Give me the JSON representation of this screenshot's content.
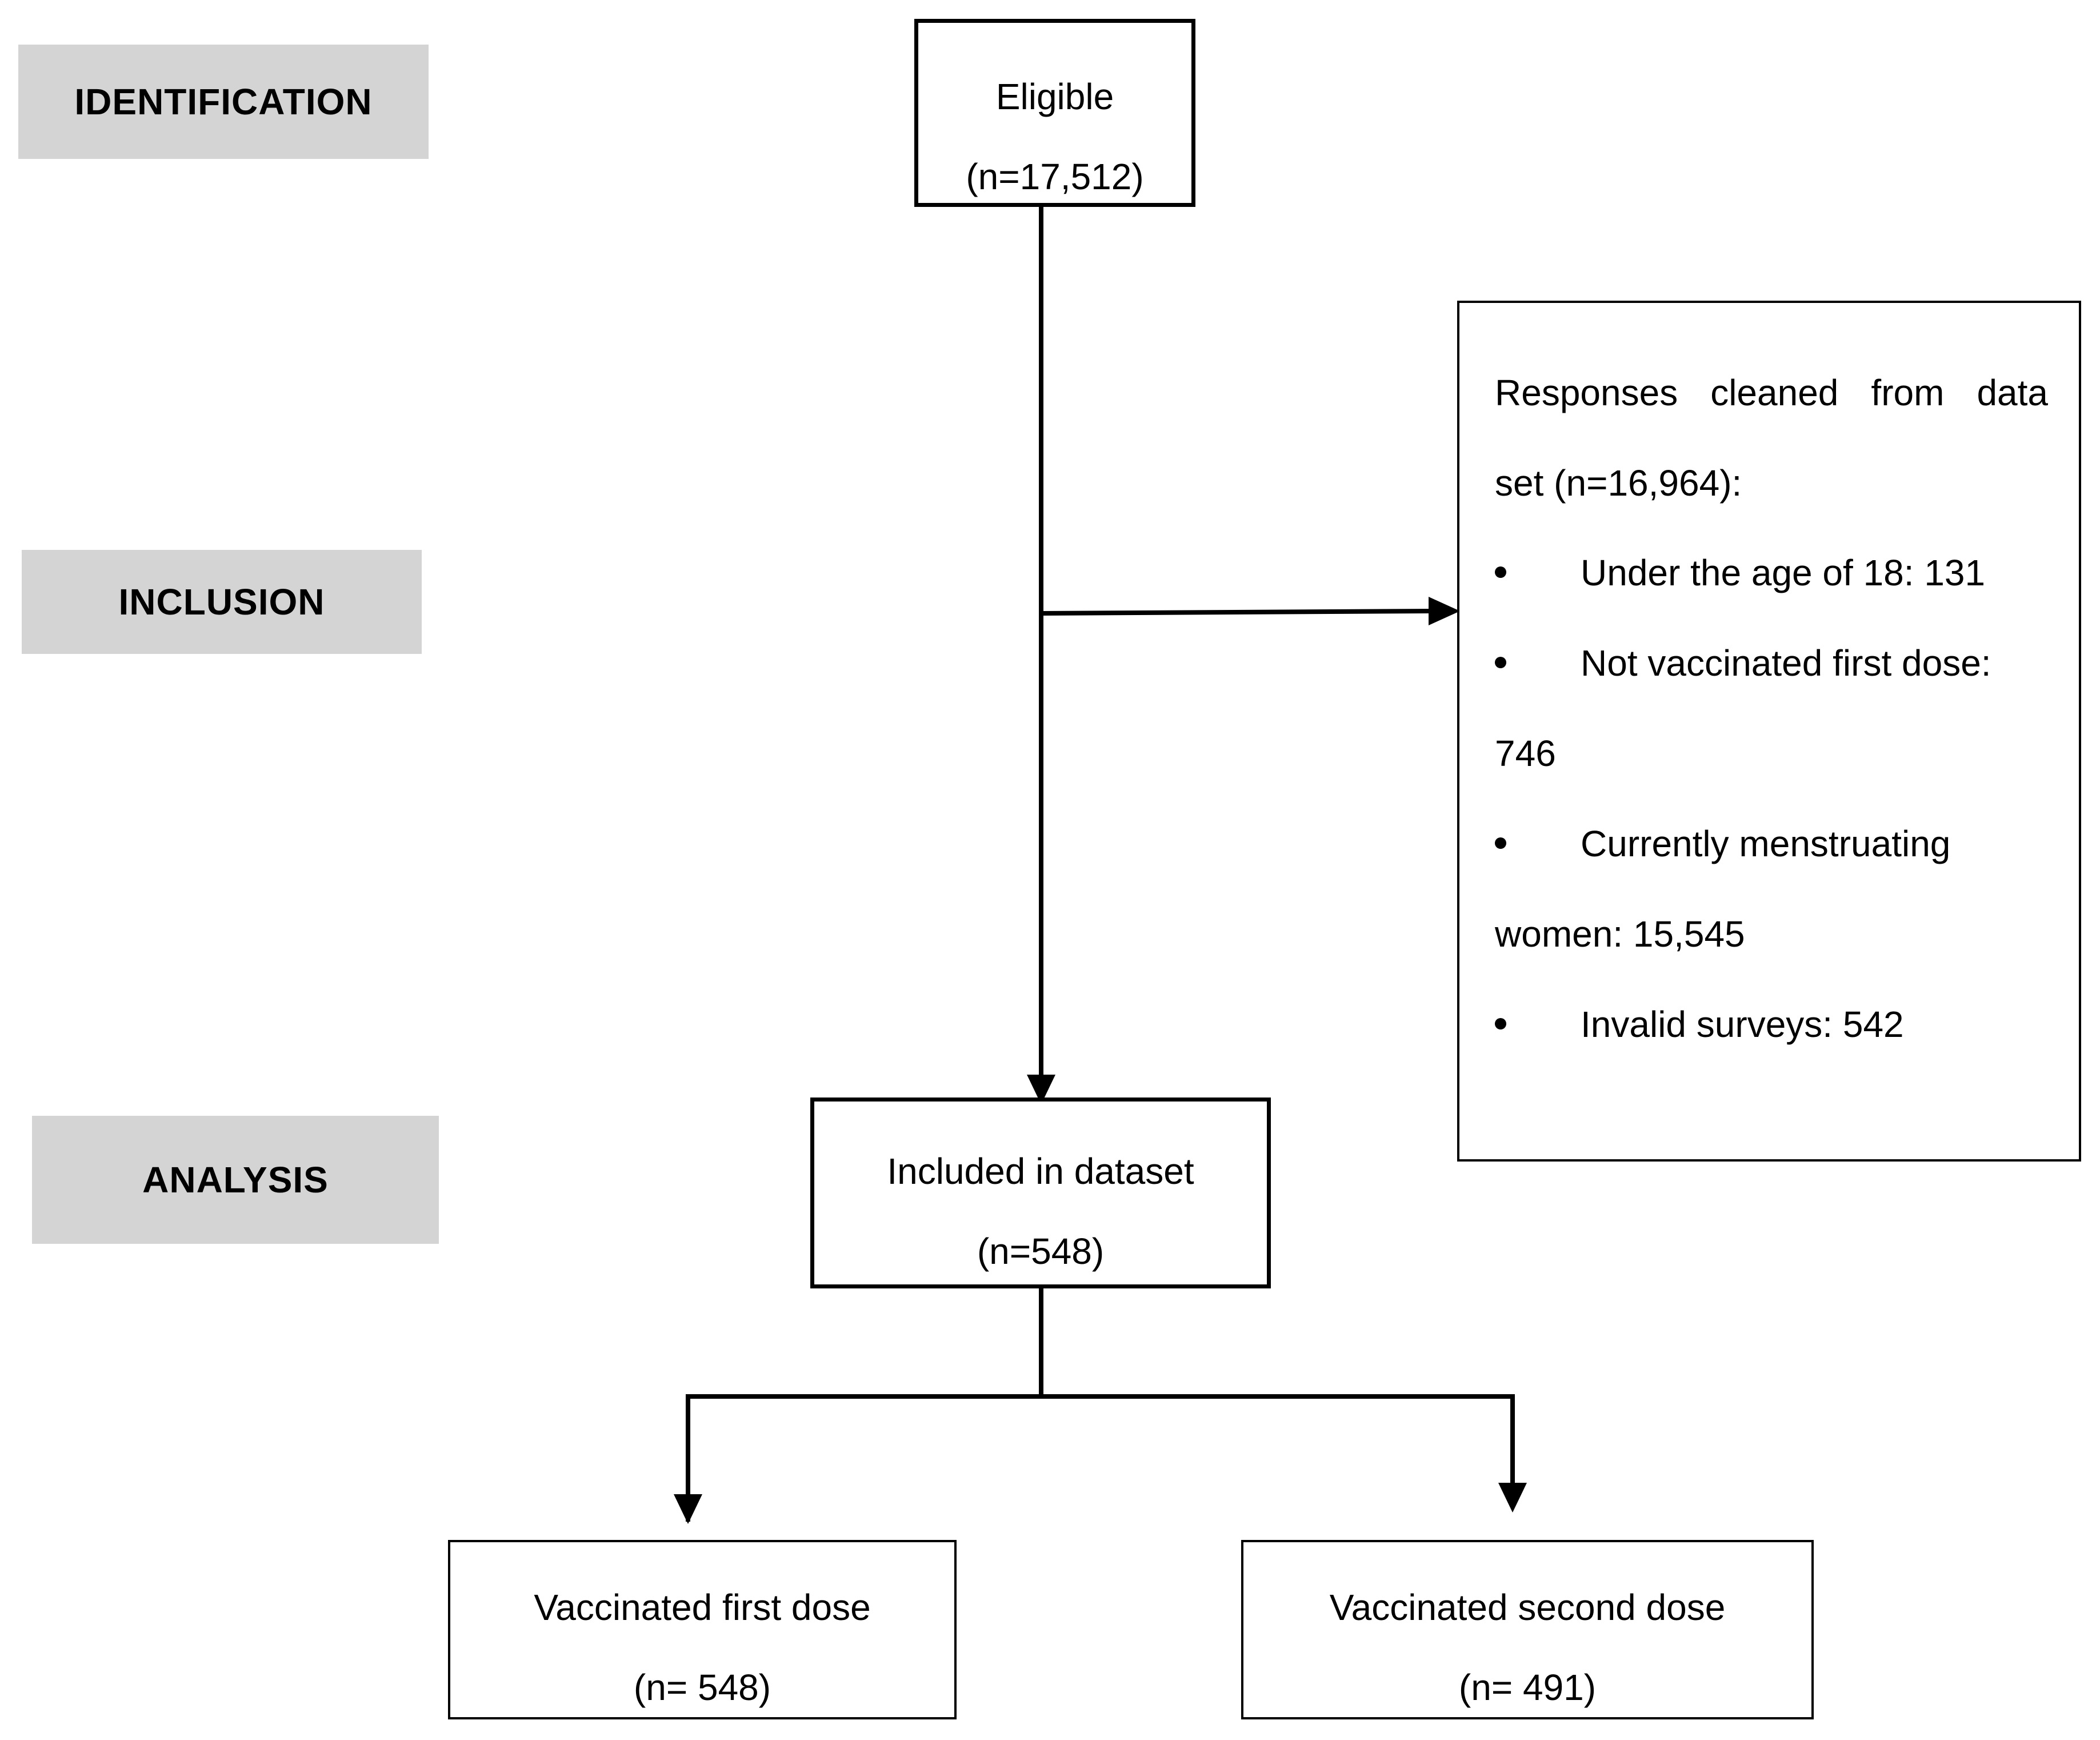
{
  "stages": {
    "identification": "IDENTIFICATION",
    "inclusion": "INCLUSION",
    "analysis": "ANALYSIS"
  },
  "eligible": {
    "label": "Eligible",
    "count": "(n=17,512)"
  },
  "excluded": {
    "heading_line1": "Responses cleaned from data",
    "heading_line2": "set (n=16,964):",
    "items": [
      {
        "text": "Under the age of 18: 131",
        "continuation": ""
      },
      {
        "text": "Not vaccinated first dose:",
        "continuation": "746"
      },
      {
        "text": "Currently menstruating",
        "continuation": "women: 15,545"
      },
      {
        "text": "Invalid surveys: 542",
        "continuation": ""
      }
    ]
  },
  "included": {
    "label": "Included in dataset",
    "count": "(n=548)"
  },
  "first_dose": {
    "label": "Vaccinated first dose",
    "count": "(n= 548)"
  },
  "second_dose": {
    "label": "Vaccinated second dose",
    "count": "(n= 491)"
  }
}
